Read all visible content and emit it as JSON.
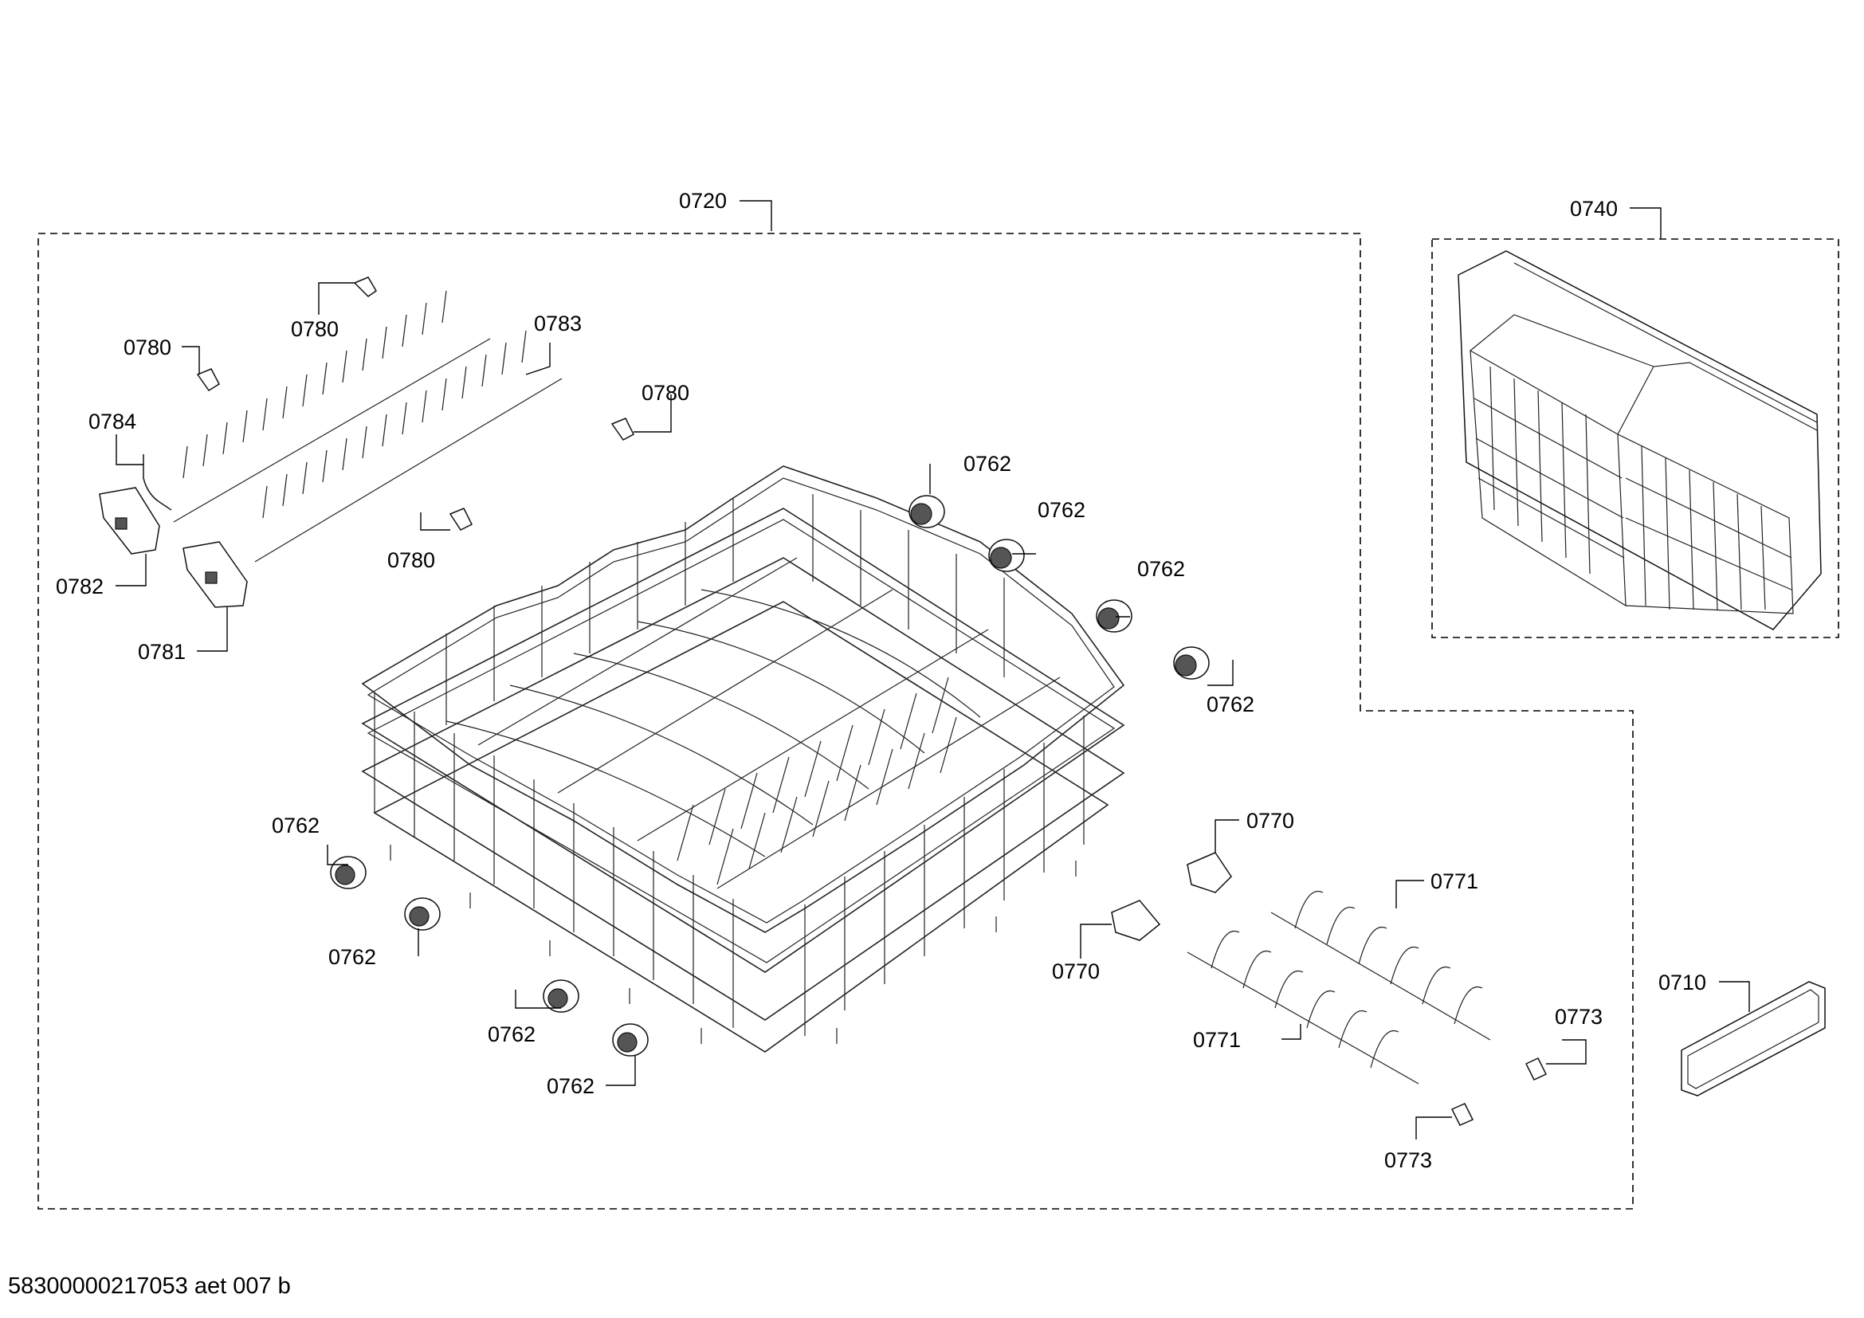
{
  "diagram": {
    "footer_code": "58300000217053 aet 007 b",
    "labels": {
      "l0720": "0720",
      "l0740": "0740",
      "l0780a": "0780",
      "l0780b": "0780",
      "l0780c": "0780",
      "l0780d": "0780",
      "l0783": "0783",
      "l0784": "0784",
      "l0782": "0782",
      "l0781": "0781",
      "l0762a": "0762",
      "l0762b": "0762",
      "l0762c": "0762",
      "l0762d": "0762",
      "l0762e": "0762",
      "l0762f": "0762",
      "l0762g": "0762",
      "l0762h": "0762",
      "l0770a": "0770",
      "l0770b": "0770",
      "l0771a": "0771",
      "l0771b": "0771",
      "l0773a": "0773",
      "l0773b": "0773",
      "l0710": "0710"
    }
  }
}
